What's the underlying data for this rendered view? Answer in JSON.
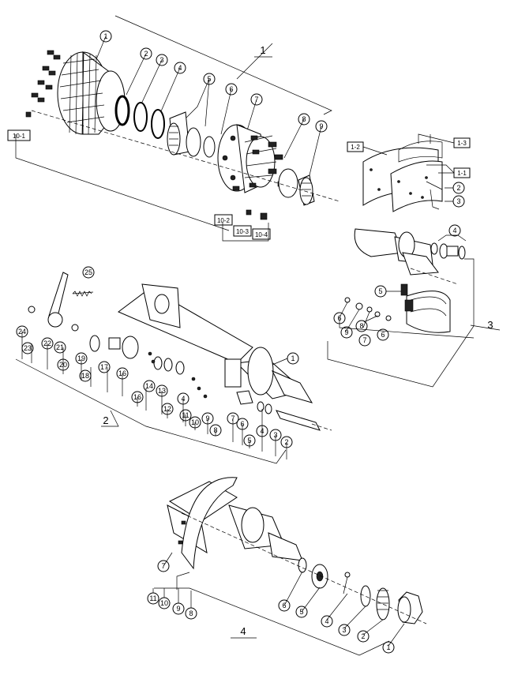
{
  "groups": [
    {
      "id": "g1",
      "label": "1"
    },
    {
      "id": "g2",
      "label": "2"
    },
    {
      "id": "g3",
      "label": "3"
    },
    {
      "id": "g4",
      "label": "4"
    }
  ],
  "callouts_g1": [
    "1",
    "2",
    "3",
    "4",
    "5",
    "6",
    "7",
    "8",
    "9"
  ],
  "boxes_g1": [
    "10-1",
    "10-2",
    "10-3",
    "10-4"
  ],
  "callouts_g3": [
    "2",
    "3",
    "4",
    "5",
    "6",
    "9",
    "8",
    "7",
    "6"
  ],
  "boxes_g3": [
    "1-2",
    "1-3",
    "1-1"
  ],
  "callouts_g2_left": [
    "25",
    "24",
    "23",
    "22",
    "21",
    "20",
    "19",
    "18",
    "17",
    "16"
  ],
  "callouts_g2_mid": [
    "16",
    "14",
    "13",
    "12",
    "4",
    "11",
    "10",
    "9",
    "8",
    "7"
  ],
  "callouts_g2_right": [
    "1",
    "6",
    "5",
    "4",
    "3",
    "2"
  ],
  "callouts_g4": [
    "7",
    "11",
    "10",
    "9",
    "8",
    "6",
    "5",
    "4",
    "3",
    "2",
    "1"
  ]
}
